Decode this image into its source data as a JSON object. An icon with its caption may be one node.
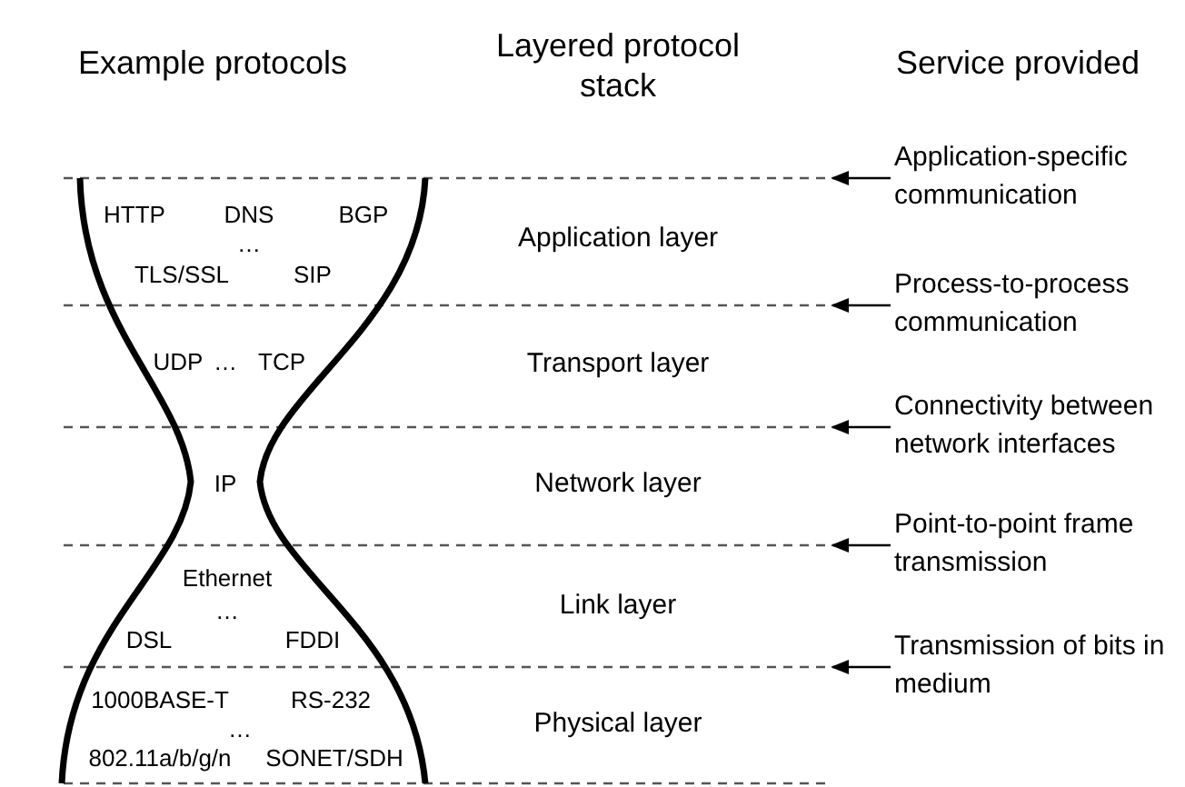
{
  "diagram": {
    "nodes": [
      {
        "text": [
          "Application-specific communication"
        ]
      },
      {
        "text": [
          "Process-to-process communication"
        ]
      },
      {
        "text": [
          "Connectivity between network interfaces"
        ]
      },
      {
        "text": [
          "Point-to-point frame transmission"
        ]
      },
      {
        "text": [
          "Transmission of bits in medium"
        ]
      }
    ],
    "edges": [
      {
        "from": 0,
        "to": null,
        "arrow": "to"
      },
      {
        "from": 1,
        "to": null,
        "arrow": "to"
      },
      {
        "from": 2,
        "to": null,
        "arrow": "to"
      },
      {
        "from": 3,
        "to": null,
        "arrow": "to"
      },
      {
        "from": 4,
        "to": null,
        "arrow": "to"
      }
    ],
    "labels": [
      "Example protocols",
      "Layered protocol stack",
      "Service provided",
      "HTTP",
      "DNS",
      "BGP",
      "…",
      "TLS/SSL",
      "SIP",
      "Application layer",
      "UDP",
      "…",
      "TCP",
      "Transport layer",
      "IP",
      "Network layer",
      "Ethernet",
      "…",
      "DSL",
      "FDDI",
      "Link layer",
      "1000BASE-T",
      "RS-232",
      "…",
      "802.11a/b/g/n",
      "SONET/SDH",
      "Physical layer"
    ]
  }
}
